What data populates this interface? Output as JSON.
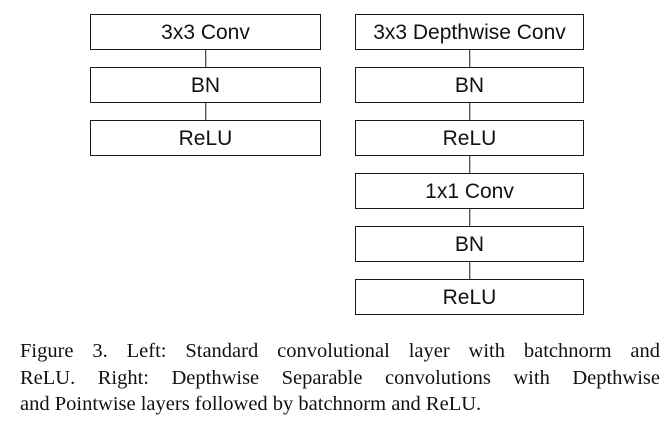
{
  "left_stack": {
    "blocks": [
      "3x3 Conv",
      "BN",
      "ReLU"
    ]
  },
  "right_stack": {
    "blocks": [
      "3x3 Depthwise Conv",
      "BN",
      "ReLU",
      "1x1 Conv",
      "BN",
      "ReLU"
    ]
  },
  "caption": {
    "lines": [
      "Figure 3. Left: Standard convolutional layer with batchnorm and",
      "ReLU. Right: Depthwise Separable convolutions with Depthwise",
      "and Pointwise layers followed by batchnorm and ReLU."
    ]
  }
}
